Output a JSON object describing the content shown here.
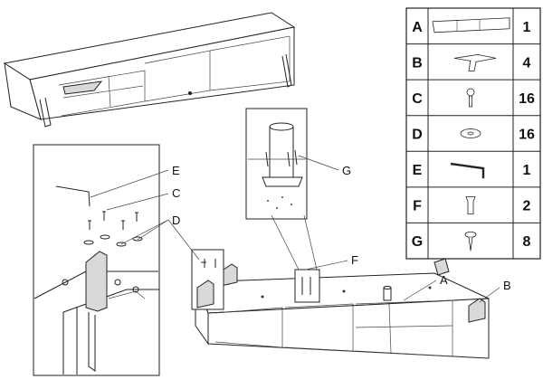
{
  "parts_table": {
    "rows": [
      {
        "letter": "A",
        "qty": "1",
        "icon": "tv-cabinet-icon"
      },
      {
        "letter": "B",
        "qty": "4",
        "icon": "corner-bracket-icon"
      },
      {
        "letter": "C",
        "qty": "16",
        "icon": "screw-icon"
      },
      {
        "letter": "D",
        "qty": "16",
        "icon": "washer-icon"
      },
      {
        "letter": "E",
        "qty": "1",
        "icon": "allen-key-icon"
      },
      {
        "letter": "F",
        "qty": "2",
        "icon": "dowel-icon"
      },
      {
        "letter": "G",
        "qty": "8",
        "icon": "wood-screw-icon"
      }
    ]
  },
  "callouts": {
    "E": "E",
    "C": "C",
    "D": "D",
    "G": "G",
    "F": "F",
    "A": "A",
    "B": "B"
  }
}
